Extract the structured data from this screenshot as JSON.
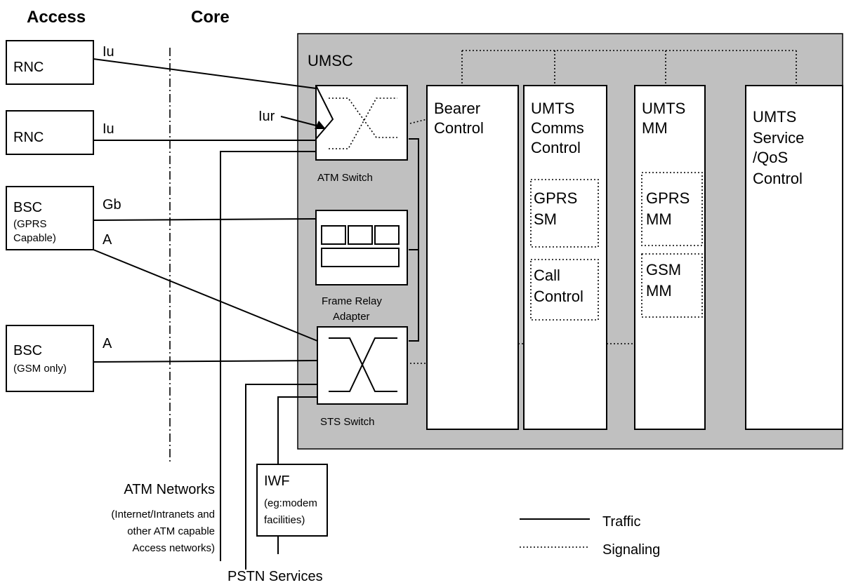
{
  "headers": {
    "access": "Access",
    "core": "Core"
  },
  "umsc": {
    "title": "UMSC"
  },
  "access_nodes": {
    "rnc1": "RNC",
    "rnc2": "RNC",
    "bsc1": {
      "line1": "BSC",
      "line2": "(GPRS",
      "line3": "Capable)"
    },
    "bsc2": {
      "line1": "BSC",
      "line2": "(GSM only)"
    }
  },
  "interfaces": {
    "iu1": "Iu",
    "iu2": "Iu",
    "gb": "Gb",
    "a1": "A",
    "a2": "A",
    "iur": "Iur"
  },
  "switches": {
    "atm": "ATM Switch",
    "fra_line1": "Frame Relay",
    "fra_line2": "Adapter",
    "sts": "STS Switch"
  },
  "columns": {
    "bearer": [
      "Bearer",
      "Control"
    ],
    "comms": [
      "UMTS",
      "Comms",
      "Control"
    ],
    "mm": [
      "UMTS",
      "MM"
    ],
    "service": [
      "UMTS",
      "Service",
      "/QoS",
      "Control"
    ]
  },
  "sub_boxes": {
    "gprs_sm": [
      "GPRS",
      "SM"
    ],
    "call_control": [
      "Call",
      "Control"
    ],
    "gprs_mm": [
      "GPRS",
      "MM"
    ],
    "gsm_mm": [
      "GSM",
      "MM"
    ]
  },
  "iwf": {
    "title": "IWF",
    "line2": "(eg:modem",
    "line3": "facilities)"
  },
  "external": {
    "atm_title": "ATM Networks",
    "atm_line2": "(Internet/Intranets and",
    "atm_line3": "other ATM capable",
    "atm_line4": "Access networks)",
    "pstn": "PSTN Services"
  },
  "legend": {
    "traffic": "Traffic",
    "signaling": "Signaling"
  }
}
